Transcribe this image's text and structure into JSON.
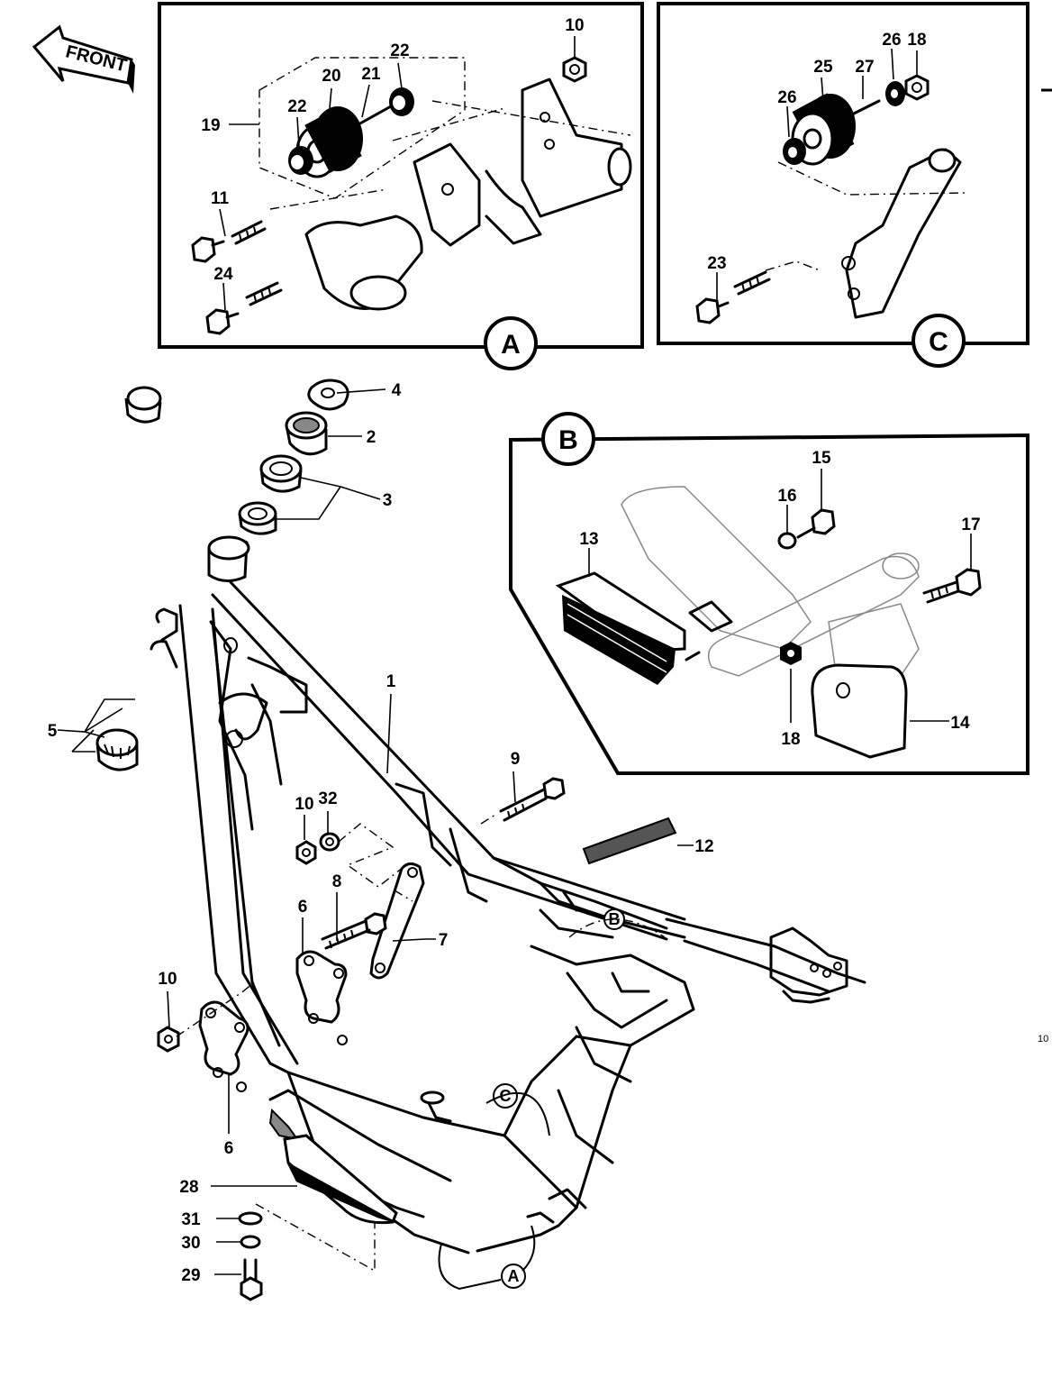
{
  "front_label": "FRONT",
  "page_code": "10",
  "panels": {
    "A": {
      "letter": "A"
    },
    "B": {
      "letter": "B"
    },
    "C": {
      "letter": "C"
    }
  },
  "frame_markers": {
    "A": "A",
    "B": "B",
    "C": "C"
  },
  "part_numbers": {
    "p1": "1",
    "p2": "2",
    "p3": "3",
    "p4": "4",
    "p5": "5",
    "p6a": "6",
    "p6b": "6",
    "p7": "7",
    "p8": "8",
    "p9": "9",
    "p10a": "10",
    "p10b": "10",
    "p10c": "10",
    "p11": "11",
    "p12": "12",
    "p13": "13",
    "p14": "14",
    "p15": "15",
    "p16": "16",
    "p17": "17",
    "p18a": "18",
    "p18b": "18",
    "p19": "19",
    "p20": "20",
    "p21": "21",
    "p22a": "22",
    "p22b": "22",
    "p23": "23",
    "p24": "24",
    "p25": "25",
    "p26a": "26",
    "p26b": "26",
    "p27": "27",
    "p28": "28",
    "p29": "29",
    "p30": "30",
    "p31": "31",
    "p32": "32"
  }
}
